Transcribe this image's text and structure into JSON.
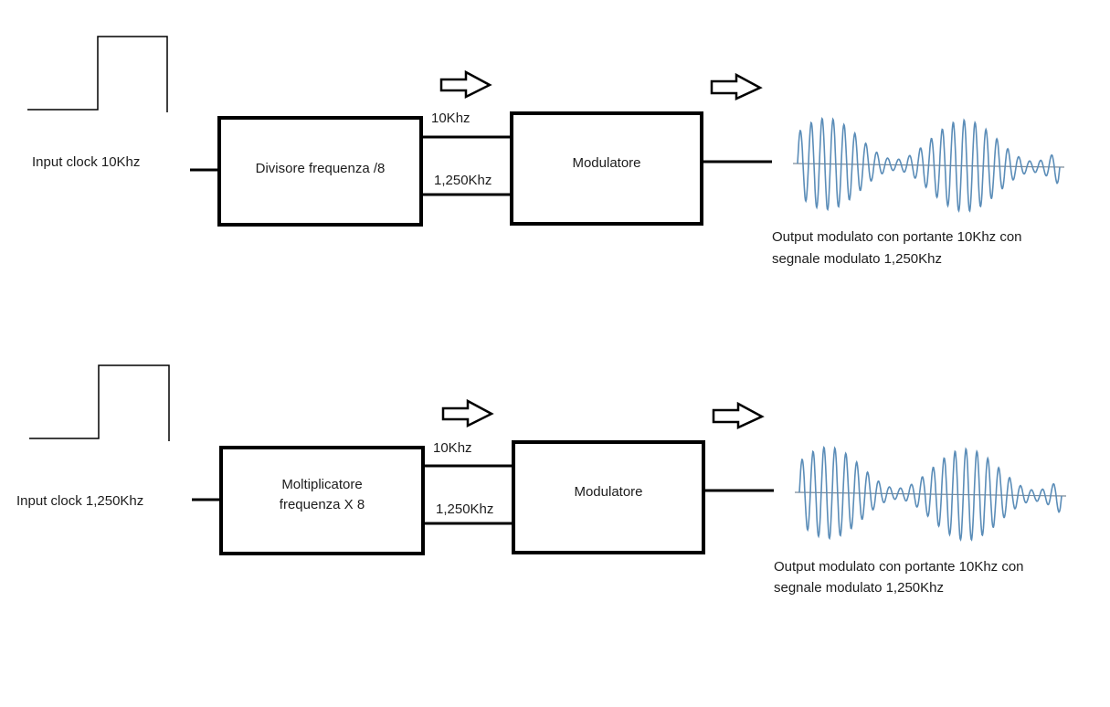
{
  "diagrams": [
    {
      "input_label": "Input clock 10Khz",
      "processor_label": "Divisore frequenza /8",
      "signal_a_label": "10Khz",
      "signal_b_label": "1,250Khz",
      "modulator_label": "Modulatore",
      "output_caption_line1": "Output modulato con portante 10Khz con",
      "output_caption_line2": "segnale modulato 1,250Khz"
    },
    {
      "input_label": "Input clock 1,250Khz",
      "processor_label": "Moltiplicatore\nfrequenza X 8",
      "signal_a_label": "10Khz",
      "signal_b_label": "1,250Khz",
      "modulator_label": "Modulatore",
      "output_caption_line1": "Output modulato con portante 10Khz con",
      "output_caption_line2": "segnale modulato 1,250Khz"
    }
  ],
  "colors": {
    "line": "#000000",
    "waveform": "#5b8db8",
    "axis": "#7a8a99"
  },
  "icons": {
    "clock": "square-pulse-icon",
    "flow_arrow": "outline-right-arrow-icon",
    "waveform": "am-modulated-wave-icon"
  }
}
